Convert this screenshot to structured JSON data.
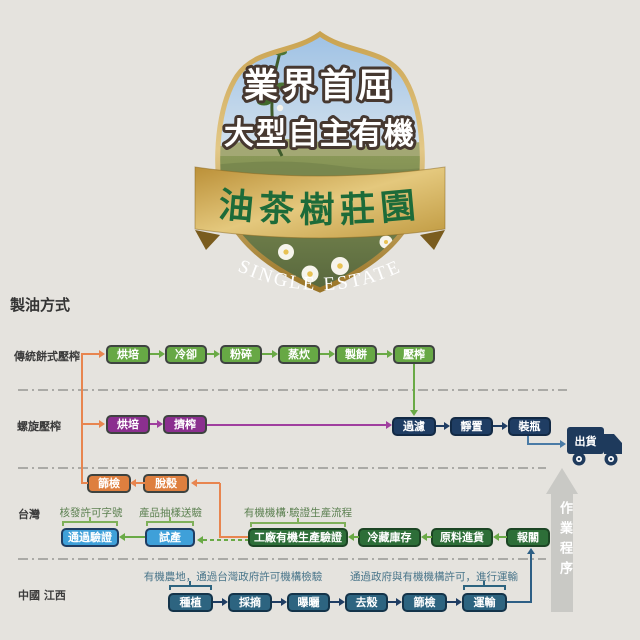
{
  "badge": {
    "title_line1": "業界首屈",
    "title_line2": "大型自主有機",
    "ribbon_text": "油茶樹莊園",
    "subtitle": "SINGLE ESTATE"
  },
  "section_title": "製油方式",
  "flow": {
    "traditional": {
      "label": "傳統餅式壓榨",
      "steps": [
        "烘培",
        "冷卻",
        "粉碎",
        "蒸炊",
        "製餅",
        "壓榨"
      ]
    },
    "screw": {
      "label": "螺旋壓榨",
      "steps": [
        "烘培",
        "擠榨"
      ]
    },
    "finishing": {
      "steps": [
        "過濾",
        "靜置",
        "裝瓶"
      ],
      "shipping_label": "出貨"
    },
    "shelling": {
      "steps": [
        "篩檢",
        "脫殼"
      ]
    },
    "taiwan": {
      "label": "台灣",
      "annotation_cert": "核發許可字號",
      "annotation_sample": "產品抽樣送驗",
      "annotation_organic": "有機機構·驗證生產流程",
      "steps_blue": [
        "通過驗證",
        "試產"
      ],
      "steps_green": [
        "工廠有機生產驗證",
        "冷藏庫存",
        "原料進貨",
        "報關"
      ]
    },
    "china": {
      "label": "中國 江西",
      "annotation_farm": "有機農地，通過台灣政府許可機構檢驗",
      "annotation_transport": "通過政府與有機機構許可，進行運輸",
      "steps": [
        "種植",
        "採摘",
        "曝曬",
        "去殼",
        "篩檢",
        "運輸"
      ]
    },
    "process_arrow_label": "作業程序"
  },
  "colors": {
    "background": "#e5e3de",
    "box_green": "#67a845",
    "box_purple": "#8b2f8f",
    "box_navy": "#1f3d63",
    "box_orange": "#de7f3f",
    "box_blue": "#3fa0d9",
    "box_dark_green": "#2d6e38",
    "box_teal": "#2d6480",
    "connector_orange": "#e8854f",
    "connector_green": "#6aaa46",
    "connector_purple": "#a03f9f",
    "connector_steel": "#4a7ba6",
    "annotation_green": "#5d8152",
    "annotation_teal": "#49758a",
    "ribbon_gold": "#cfa54e",
    "ribbon_text_green": "#1d6b39",
    "process_arrow_gray": "#c9c9c5"
  }
}
